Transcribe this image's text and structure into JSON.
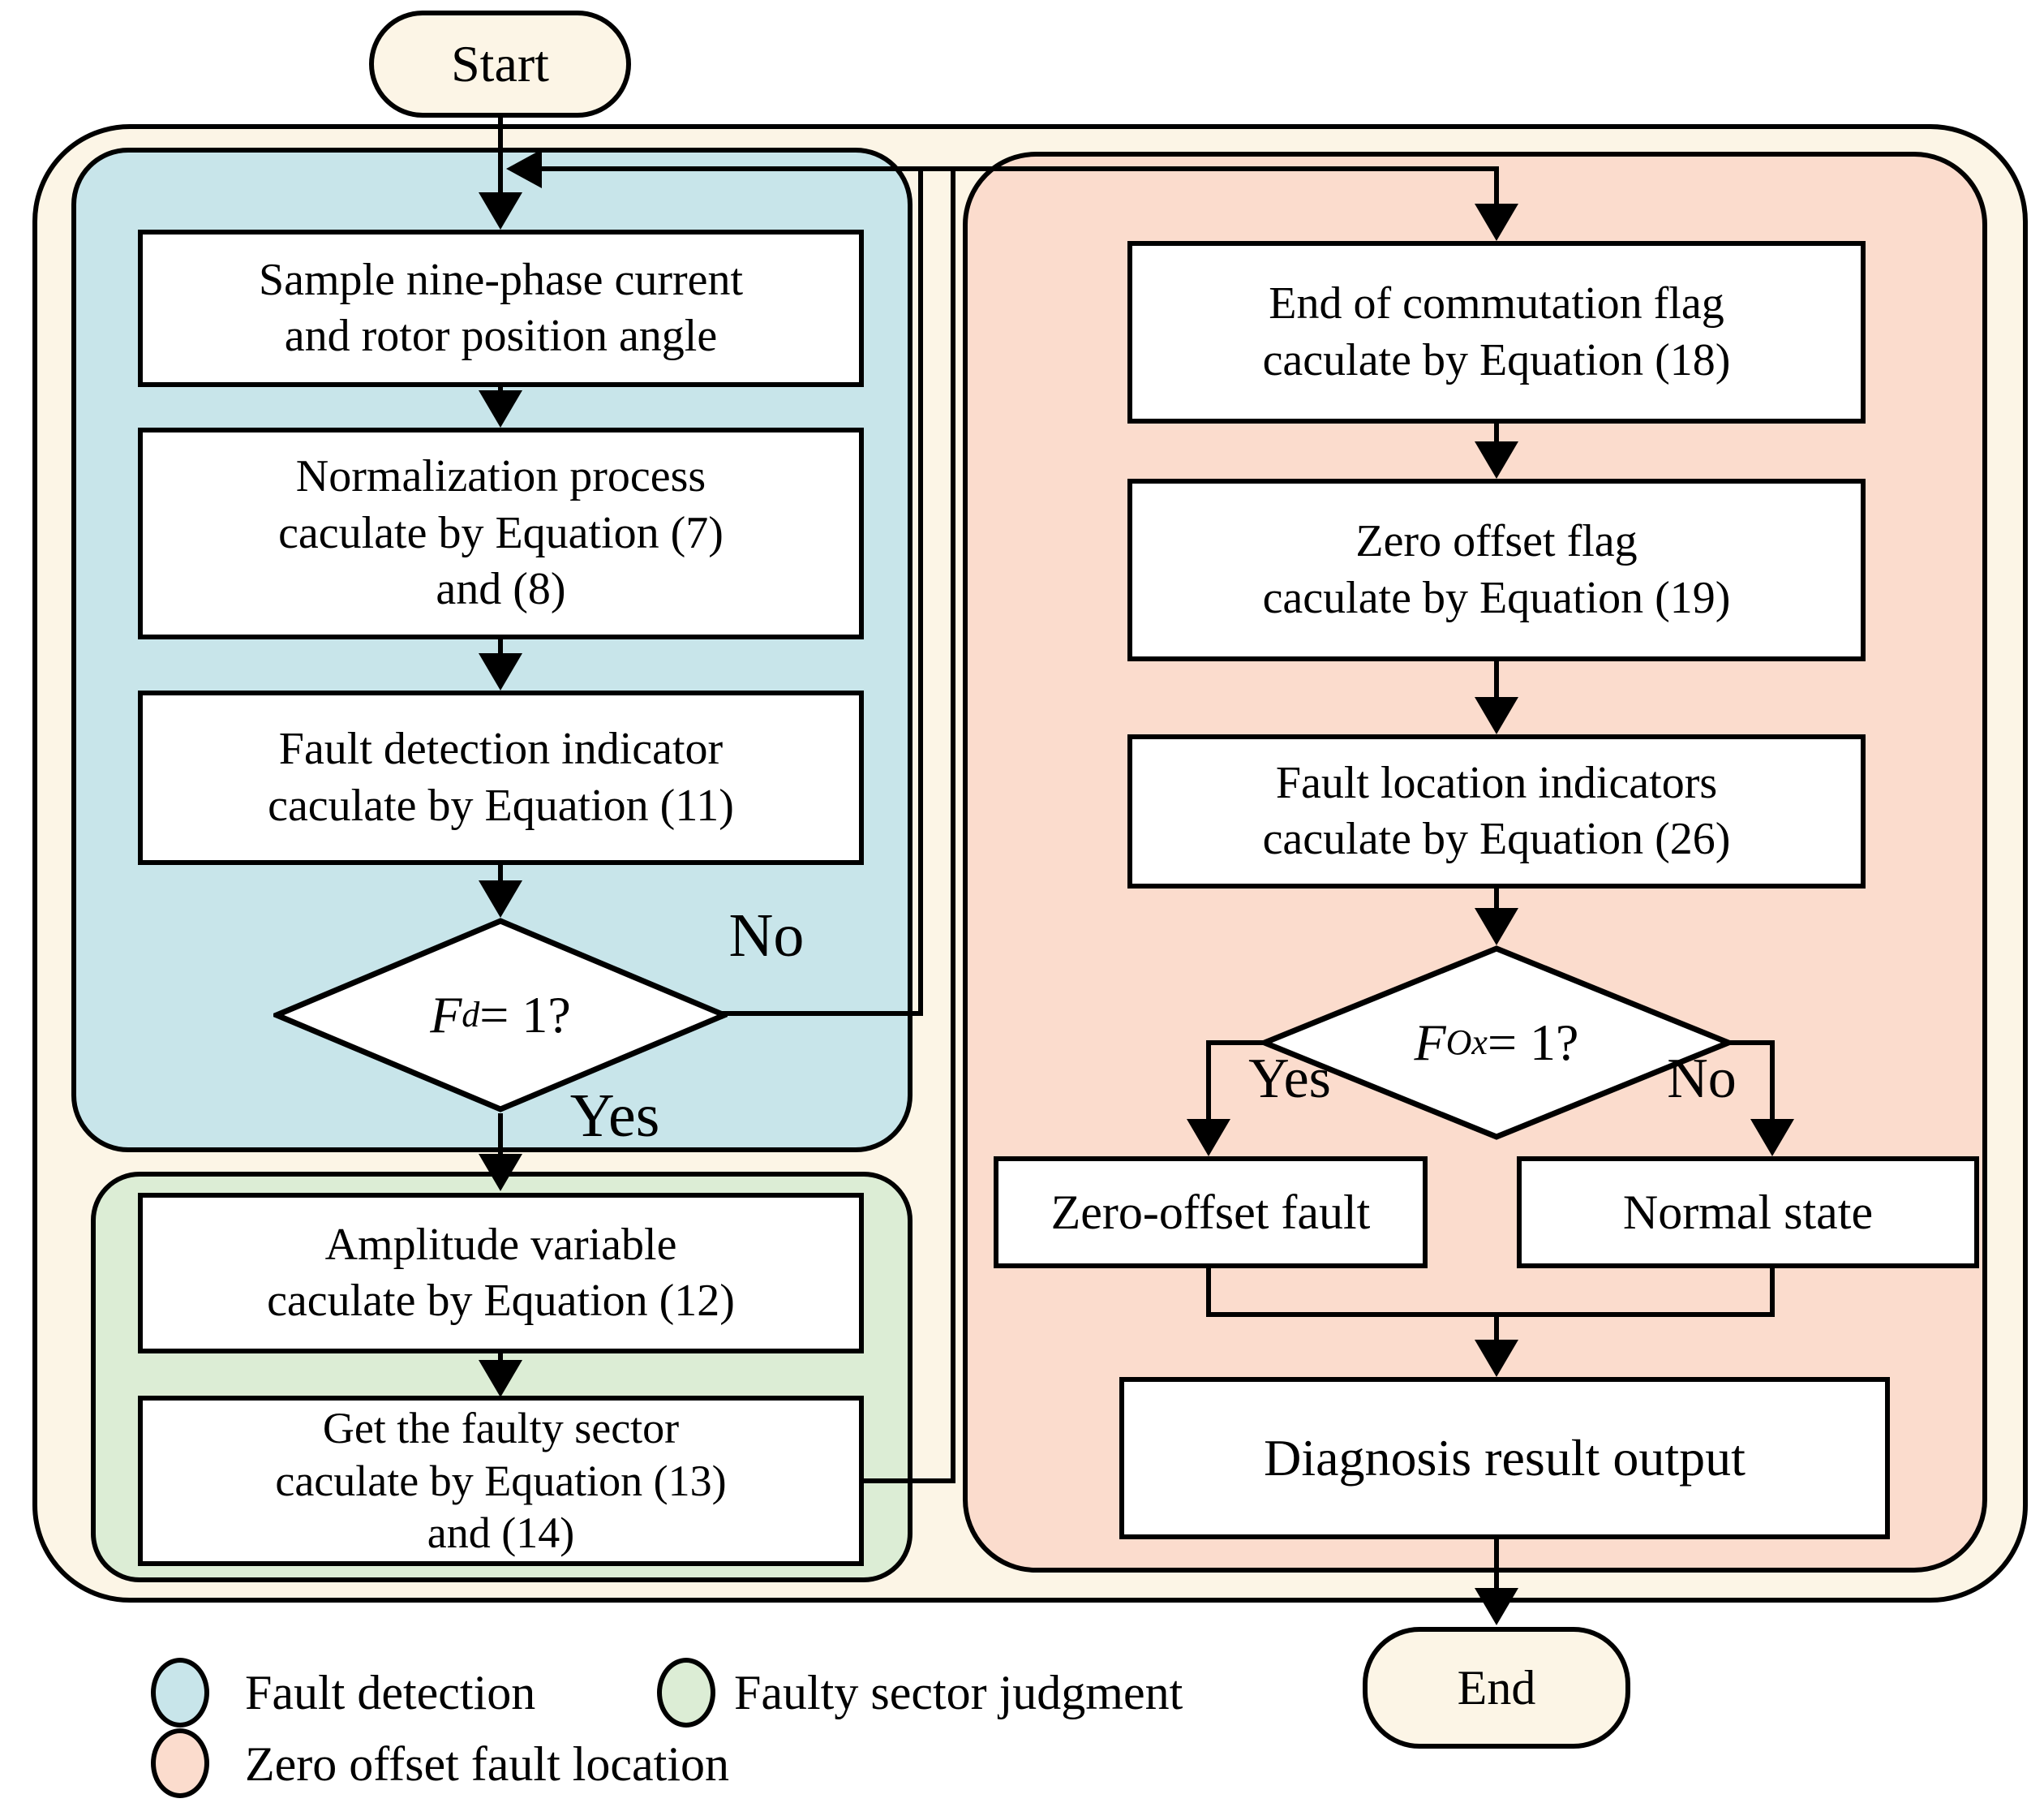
{
  "colors": {
    "cream": "#FCF5E6",
    "blue": "#C8E5EA",
    "green": "#DCEDD5",
    "pink": "#FBDCCD",
    "box": "#FFFFFF",
    "line": "#000000"
  },
  "terminals": {
    "start": "Start",
    "end": "End"
  },
  "fault_detection": {
    "sample": {
      "lines": [
        "Sample nine-phase current",
        "and rotor position angle"
      ]
    },
    "normalization": {
      "lines": [
        "Normalization process",
        "caculate by Equation (7)",
        "and (8)"
      ]
    },
    "indicator": {
      "lines": [
        "Fault detection indicator",
        "caculate by Equation (11)"
      ]
    },
    "decision": {
      "var": "F",
      "sub": "d",
      "rest": " = 1?"
    },
    "no_label": "No",
    "yes_label": "Yes"
  },
  "faulty_sector": {
    "amplitude": {
      "lines": [
        "Amplitude variable",
        "caculate by Equation (12)"
      ]
    },
    "sector": {
      "lines": [
        "Get the faulty sector",
        "caculate by Equation (13)",
        "and (14)"
      ]
    }
  },
  "zero_offset": {
    "commutation": {
      "lines": [
        "End of commutation flag",
        "caculate by Equation (18)"
      ]
    },
    "zero_flag": {
      "lines": [
        "Zero offset flag",
        "caculate by Equation (19)"
      ]
    },
    "location_indicators": {
      "lines": [
        "Fault location indicators",
        "caculate by Equation (26)"
      ]
    },
    "decision": {
      "var": "F",
      "sub": "Ox",
      "rest": " = 1?"
    },
    "yes_label": "Yes",
    "no_label": "No",
    "zero_offset_fault": "Zero-offset fault",
    "normal_state": "Normal state",
    "diagnosis": "Diagnosis result output"
  },
  "legend": {
    "items": [
      {
        "label": "Fault detection",
        "color": "#C8E5EA"
      },
      {
        "label": "Faulty sector judgment",
        "color": "#DCEDD5"
      },
      {
        "label": "Zero offset fault location",
        "color": "#FBDCCD"
      }
    ]
  }
}
